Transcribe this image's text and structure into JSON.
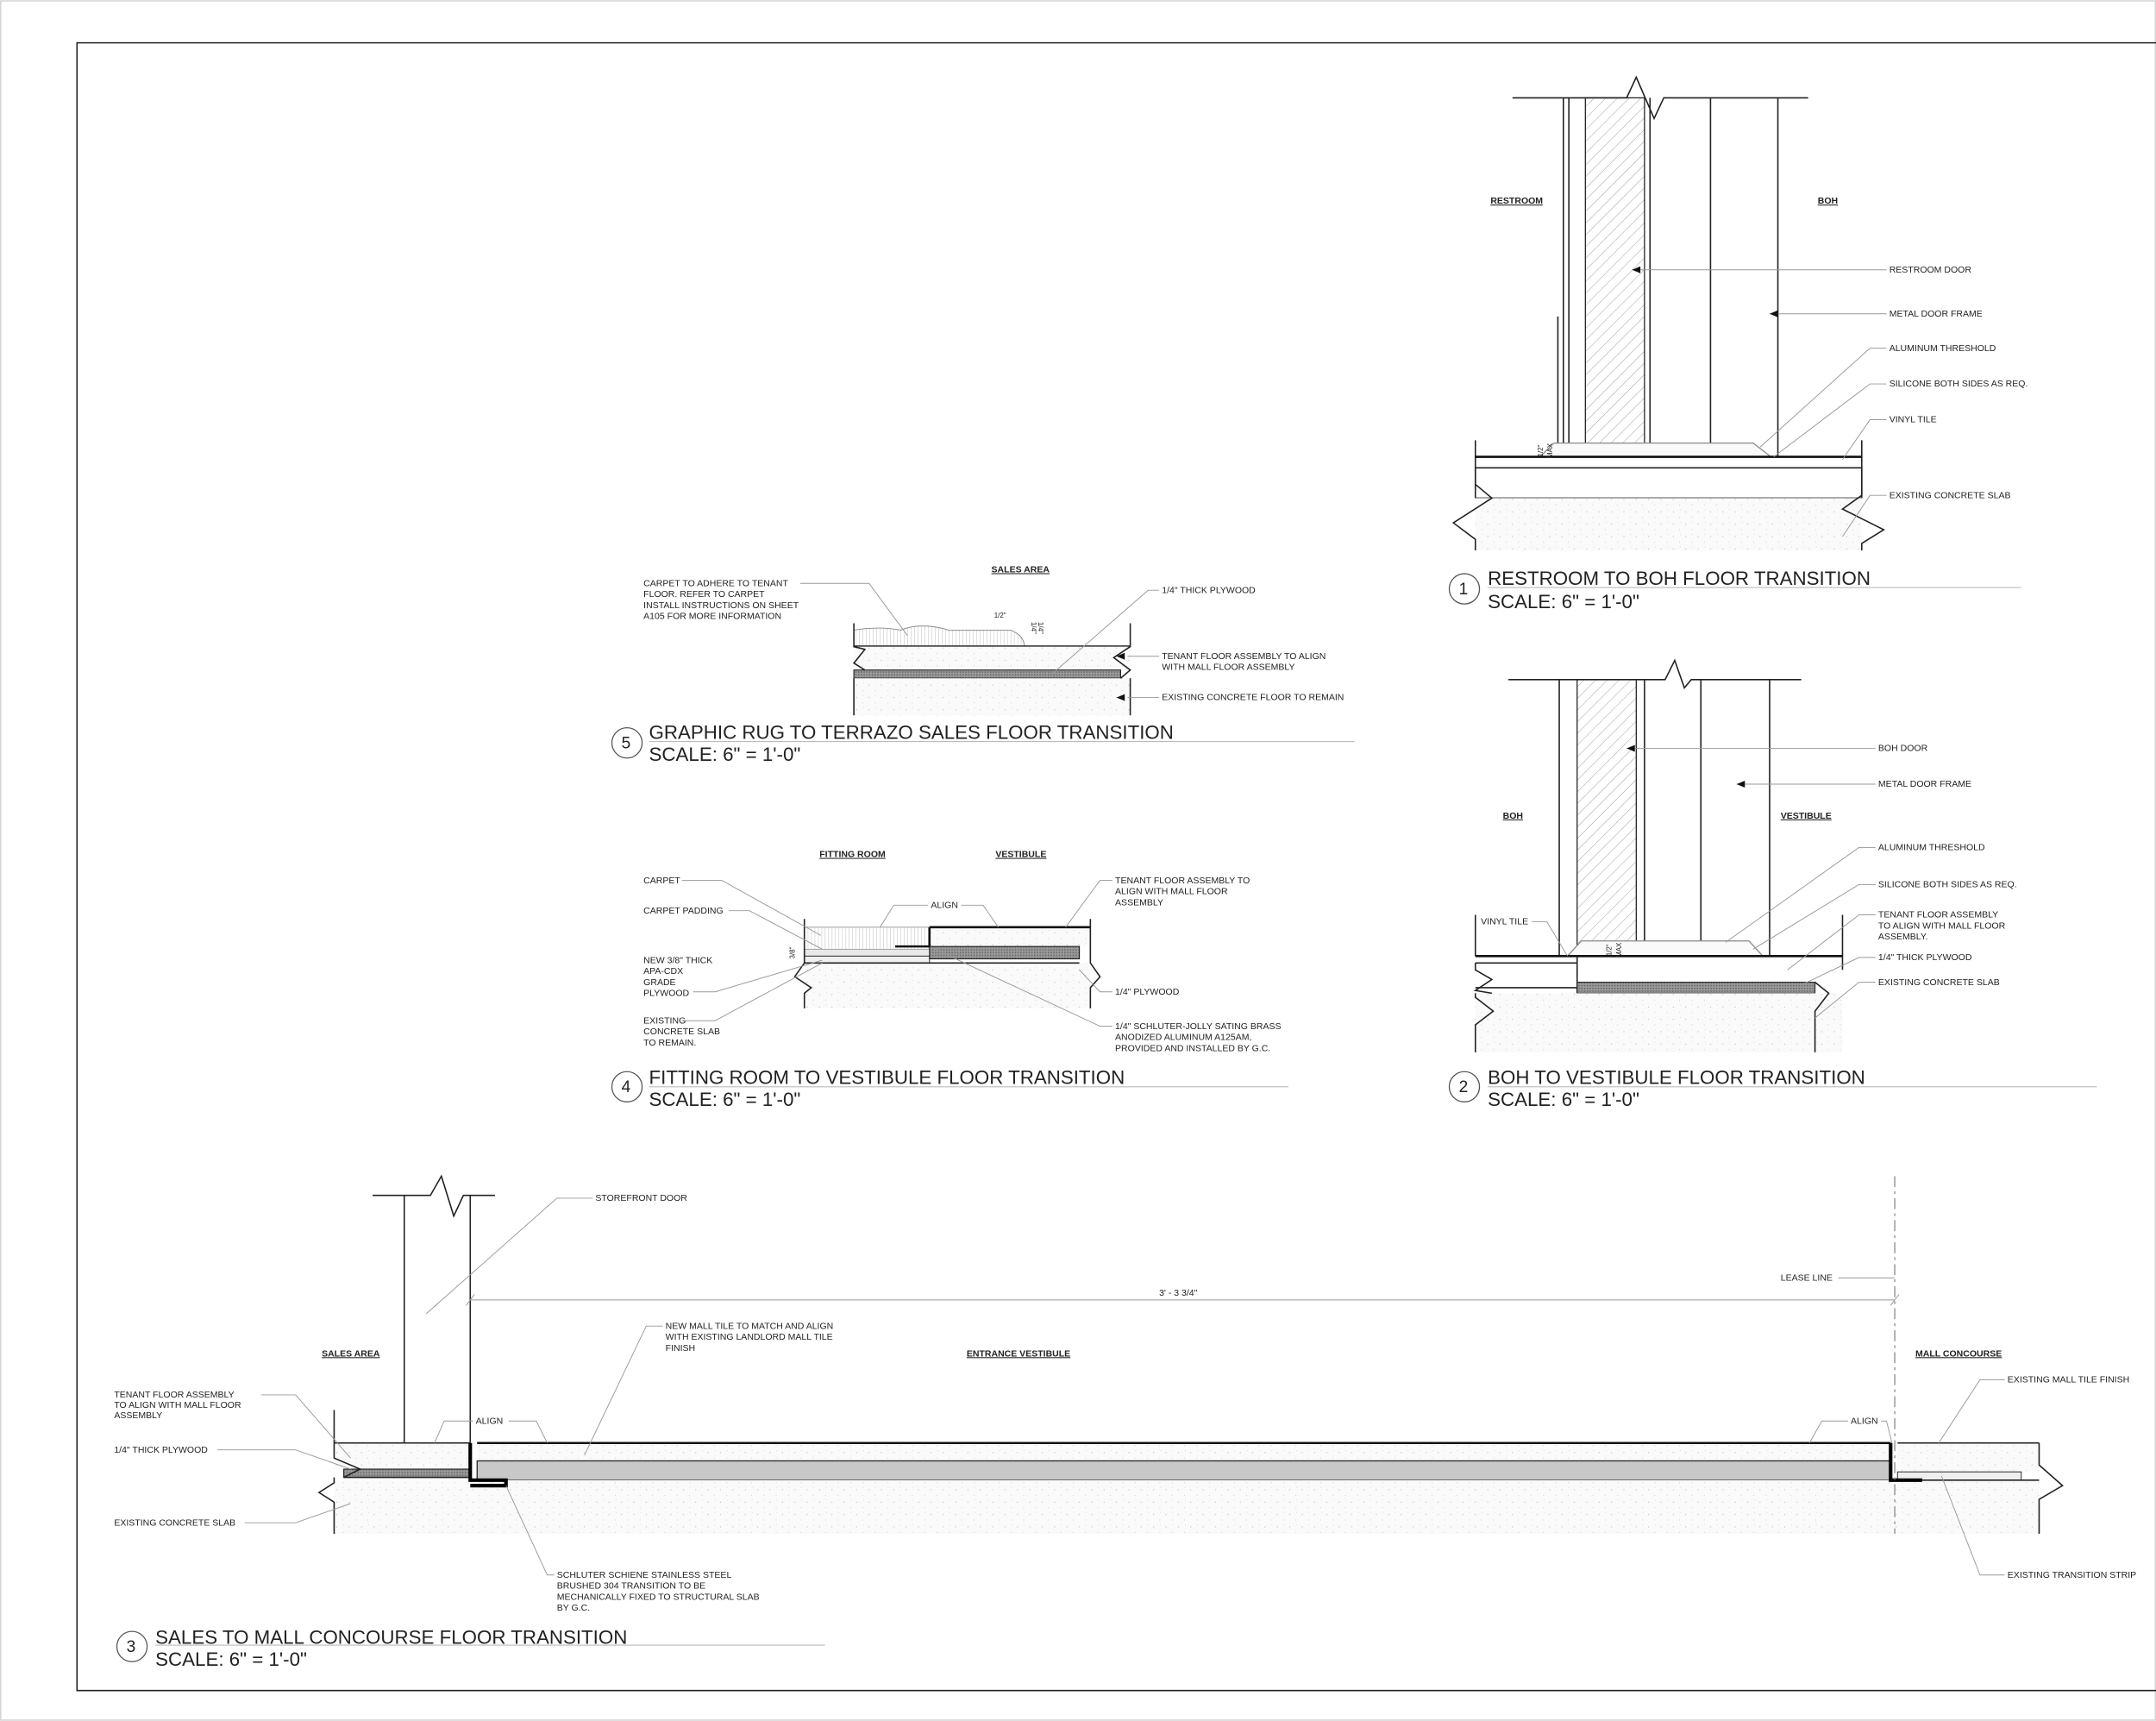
{
  "d1": {
    "number": "1",
    "title": "RESTROOM TO BOH FLOOR TRANSITION",
    "scale": "SCALE:  6\" = 1'-0\"",
    "rooms": [
      "RESTROOM",
      "BOH"
    ],
    "notes": [
      "RESTROOM DOOR",
      "METAL DOOR FRAME",
      "ALUMINUM THRESHOLD",
      "SILICONE BOTH SIDES AS REQ.",
      "VINYL TILE",
      "EXISTING CONCRETE SLAB"
    ],
    "dims": [
      "1/2\"",
      "MAX"
    ]
  },
  "d2": {
    "number": "2",
    "title": "BOH TO VESTIBULE FLOOR TRANSITION",
    "scale": "SCALE:  6\" = 1'-0\"",
    "rooms": [
      "BOH",
      "VESTIBULE"
    ],
    "notes": [
      "BOH DOOR",
      "METAL DOOR FRAME",
      "ALUMINUM THRESHOLD",
      "SILICONE BOTH SIDES AS REQ.",
      "1/4\" THICK PLYWOOD",
      "EXISTING CONCRETE SLAB",
      "VINYL TILE"
    ],
    "tenant_note": [
      "TENANT FLOOR ASSEMBLY",
      "TO ALIGN WITH MALL FLOOR",
      "ASSEMBLY."
    ],
    "dims": [
      "1/2\"",
      "MAX"
    ]
  },
  "d3": {
    "number": "3",
    "title": "SALES TO MALL CONCOURSE FLOOR TRANSITION",
    "scale": "SCALE:  6\" = 1'-0\"",
    "rooms": [
      "SALES AREA",
      "ENTRANCE VESTIBULE",
      "MALL CONCOURSE"
    ],
    "storefront": "STOREFRONT DOOR",
    "lease_line": "LEASE LINE",
    "dimension": "3' - 3 3/4\"",
    "new_tile": [
      "NEW MALL TILE TO MATCH AND ALIGN",
      "WITH EXISTING LANDLORD MALL TILE",
      "FINISH"
    ],
    "tenant_note": [
      "TENANT FLOOR ASSEMBLY",
      "TO ALIGN WITH MALL FLOOR",
      "ASSEMBLY"
    ],
    "plywood": "1/4\" THICK PLYWOOD",
    "slab": "EXISTING CONCRETE SLAB",
    "align": "ALIGN",
    "schluter": [
      "SCHLUTER SCHIENE STAINLESS STEEL",
      "BRUSHED 304 TRANSITION TO BE",
      "MECHANICALLY FIXED TO STRUCTURAL SLAB",
      "BY G.C."
    ],
    "mall_tile": "EXISTING MALL TILE FINISH",
    "transition_strip": "EXISTING TRANSITION STRIP"
  },
  "d4": {
    "number": "4",
    "title": "FITTING ROOM TO VESTIBULE FLOOR TRANSITION",
    "scale": "SCALE:  6\" = 1'-0\"",
    "rooms": [
      "FITTING ROOM",
      "VESTIBULE"
    ],
    "carpet": "CARPET",
    "padding": "CARPET PADDING",
    "plywood_new": [
      "NEW 3/8\" THICK",
      "APA-CDX",
      "GRADE",
      "PLYWOOD"
    ],
    "slab": [
      "EXISTING",
      "CONCRETE SLAB",
      "TO REMAIN."
    ],
    "align": "ALIGN",
    "tenant_note": [
      "TENANT FLOOR ASSEMBLY TO",
      "ALIGN WITH MALL FLOOR",
      "ASSEMBLY"
    ],
    "plywood": "1/4\" PLYWOOD",
    "schluter": [
      "1/4\" SCHLUTER-JOLLY SATING BRASS",
      "ANODIZED ALUMINUM A125AM,",
      "PROVIDED AND INSTALLED BY G.C."
    ],
    "dim": "3/8\""
  },
  "d5": {
    "number": "5",
    "title": "GRAPHIC RUG TO TERRAZO SALES FLOOR TRANSITION",
    "scale": "SCALE:  6\" = 1'-0\"",
    "room": "SALES AREA",
    "carpet_note": [
      "CARPET TO ADHERE TO TENANT",
      "FLOOR. REFER TO CARPET",
      "INSTALL INSTRUCTIONS ON SHEET",
      "A105 FOR MORE INFORMATION"
    ],
    "plywood": "1/4\" THICK PLYWOOD",
    "tenant_note": [
      "TENANT FLOOR ASSEMBLY TO ALIGN",
      "WITH MALL FLOOR ASSEMBLY"
    ],
    "slab": "EXISTING CONCRETE FLOOR TO REMAIN",
    "dims": [
      "1/2\"",
      "1/4\"",
      "1/4\""
    ]
  }
}
